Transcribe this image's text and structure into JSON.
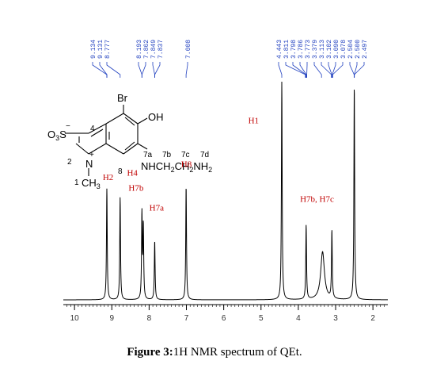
{
  "chart_data": {
    "type": "line",
    "xlim": [
      10.3,
      1.6
    ],
    "x_ticks": [
      10,
      9,
      8,
      7,
      6,
      5,
      4,
      3,
      2
    ],
    "peaks": [
      {
        "ppm": 9.133,
        "height": 0.51
      },
      {
        "ppm": 8.777,
        "height": 0.47
      },
      {
        "ppm": 8.193,
        "height": 0.39
      },
      {
        "ppm": 8.155,
        "height": 0.33
      },
      {
        "ppm": 7.85,
        "height": 0.27
      },
      {
        "ppm": 7.008,
        "height": 0.52
      },
      {
        "ppm": 4.443,
        "height": 1.0
      },
      {
        "ppm": 3.79,
        "height": 0.34
      },
      {
        "ppm": 3.35,
        "height": 0.22
      },
      {
        "ppm": 3.1,
        "height": 0.31
      },
      {
        "ppm": 2.5,
        "height": 0.98
      }
    ],
    "annotations": [
      {
        "text": "H2",
        "ppm": 9.1,
        "height": 0.55
      },
      {
        "text": "H4",
        "ppm": 8.45,
        "height": 0.57
      },
      {
        "text": "H7b",
        "ppm": 8.35,
        "height": 0.5
      },
      {
        "text": "H7a",
        "ppm": 7.8,
        "height": 0.41
      },
      {
        "text": "H8",
        "ppm": 7.0,
        "height": 0.61
      },
      {
        "text": "H1",
        "ppm": 5.2,
        "height": 0.81
      },
      {
        "text": "H7b, H7c",
        "ppm": 3.5,
        "height": 0.45
      }
    ],
    "shift_groups": [
      {
        "labels": [
          "9.134",
          "9.131",
          "8.777"
        ],
        "peak_ppm": [
          9.134,
          9.131,
          8.777
        ]
      },
      {
        "labels": [
          "8.193",
          "7.862",
          "7.849",
          "7.837"
        ],
        "peak_ppm": [
          8.193,
          8.193,
          7.85,
          7.85
        ]
      },
      {
        "labels": [
          "7.008"
        ],
        "peak_ppm": [
          7.008
        ]
      },
      {
        "labels": [
          "4.443",
          "3.811",
          "3.798",
          "3.786",
          "3.773",
          "3.379",
          "3.113",
          "3.102",
          "3.090",
          "3.078",
          "2.504",
          "2.500",
          "2.497"
        ],
        "peak_ppm": [
          4.443,
          3.811,
          3.798,
          3.786,
          3.773,
          3.379,
          3.113,
          3.102,
          3.09,
          3.078,
          2.504,
          2.5,
          2.497
        ]
      }
    ]
  },
  "structure": {
    "br": "Br",
    "oh": "OH",
    "sulfonate": "O3S",
    "num4": "4",
    "num2": "2",
    "num8": "8",
    "n_label": "N",
    "plus": "+",
    "minus": "−",
    "n1": "1",
    "methyl": "CH3",
    "side_positions": [
      "7a",
      "7b",
      "7c",
      "7d"
    ],
    "side_chain": "NHCH2CH2NH2"
  },
  "caption": {
    "label": "Figure 3:",
    "text": "1H NMR spectrum of QEt."
  }
}
